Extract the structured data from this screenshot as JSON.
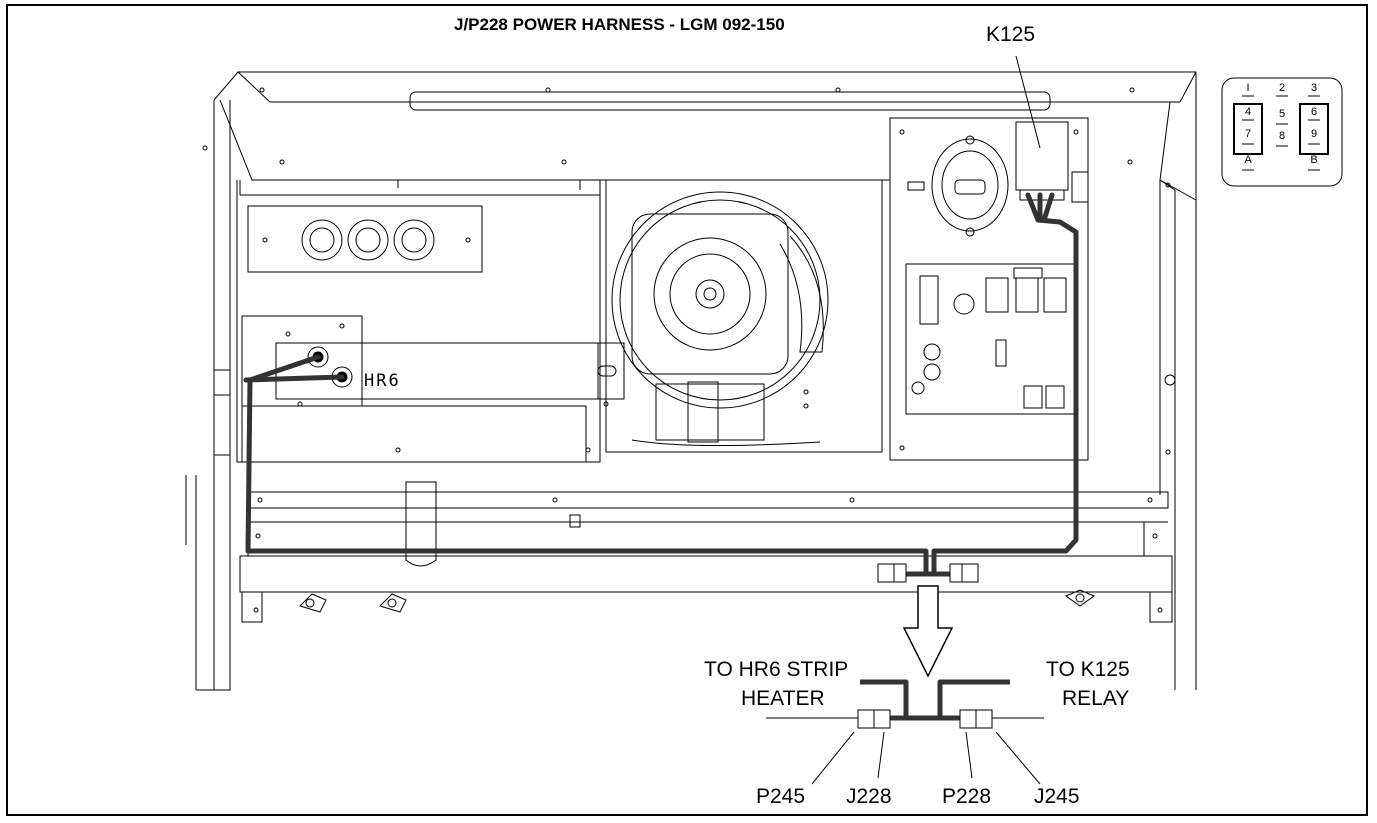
{
  "title": "J/P228 POWER HARNESS - LGM 092-150",
  "components": {
    "relay": "K125",
    "heater": "HR6"
  },
  "plug": {
    "pins_top": [
      "I",
      "2",
      "3"
    ],
    "pins_mid": [
      "4",
      "5",
      "6"
    ],
    "pins_low": [
      "7",
      "8",
      "9"
    ],
    "pins_bottom": [
      "A",
      "B"
    ]
  },
  "callouts": {
    "to_hr6_line1": "TO HR6 STRIP",
    "to_hr6_line2": "HEATER",
    "to_k125_line1": "TO K125",
    "to_k125_line2": "RELAY"
  },
  "connectors": {
    "p245": "P245",
    "j228": "J228",
    "p228": "P228",
    "j245": "J245"
  }
}
